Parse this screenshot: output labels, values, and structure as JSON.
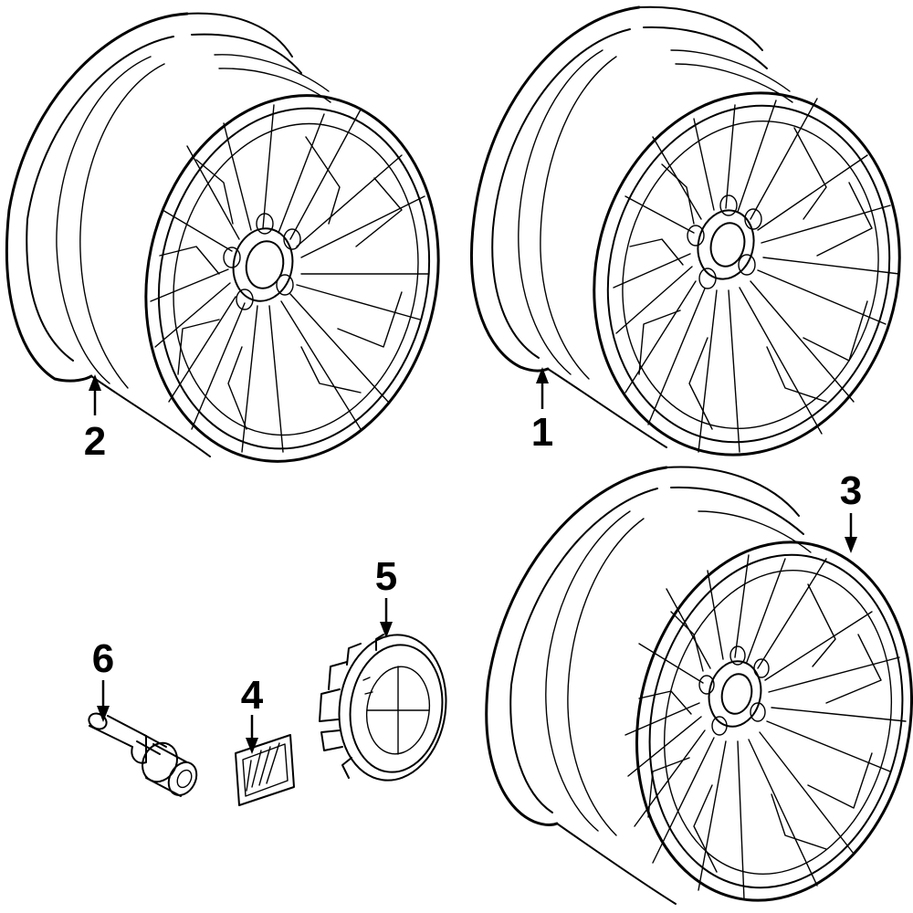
{
  "callouts": {
    "c1": "1",
    "c2": "2",
    "c3": "3",
    "c4": "4",
    "c5": "5",
    "c6": "6"
  },
  "parts": {
    "wheel_2_icon": "wheel-icon",
    "wheel_1_icon": "wheel-icon",
    "wheel_3_icon": "wheel-icon",
    "emblem_4_icon": "m-emblem-icon",
    "center_cap_5_icon": "center-cap-icon",
    "lug_bolt_6_icon": "lug-bolt-icon"
  }
}
